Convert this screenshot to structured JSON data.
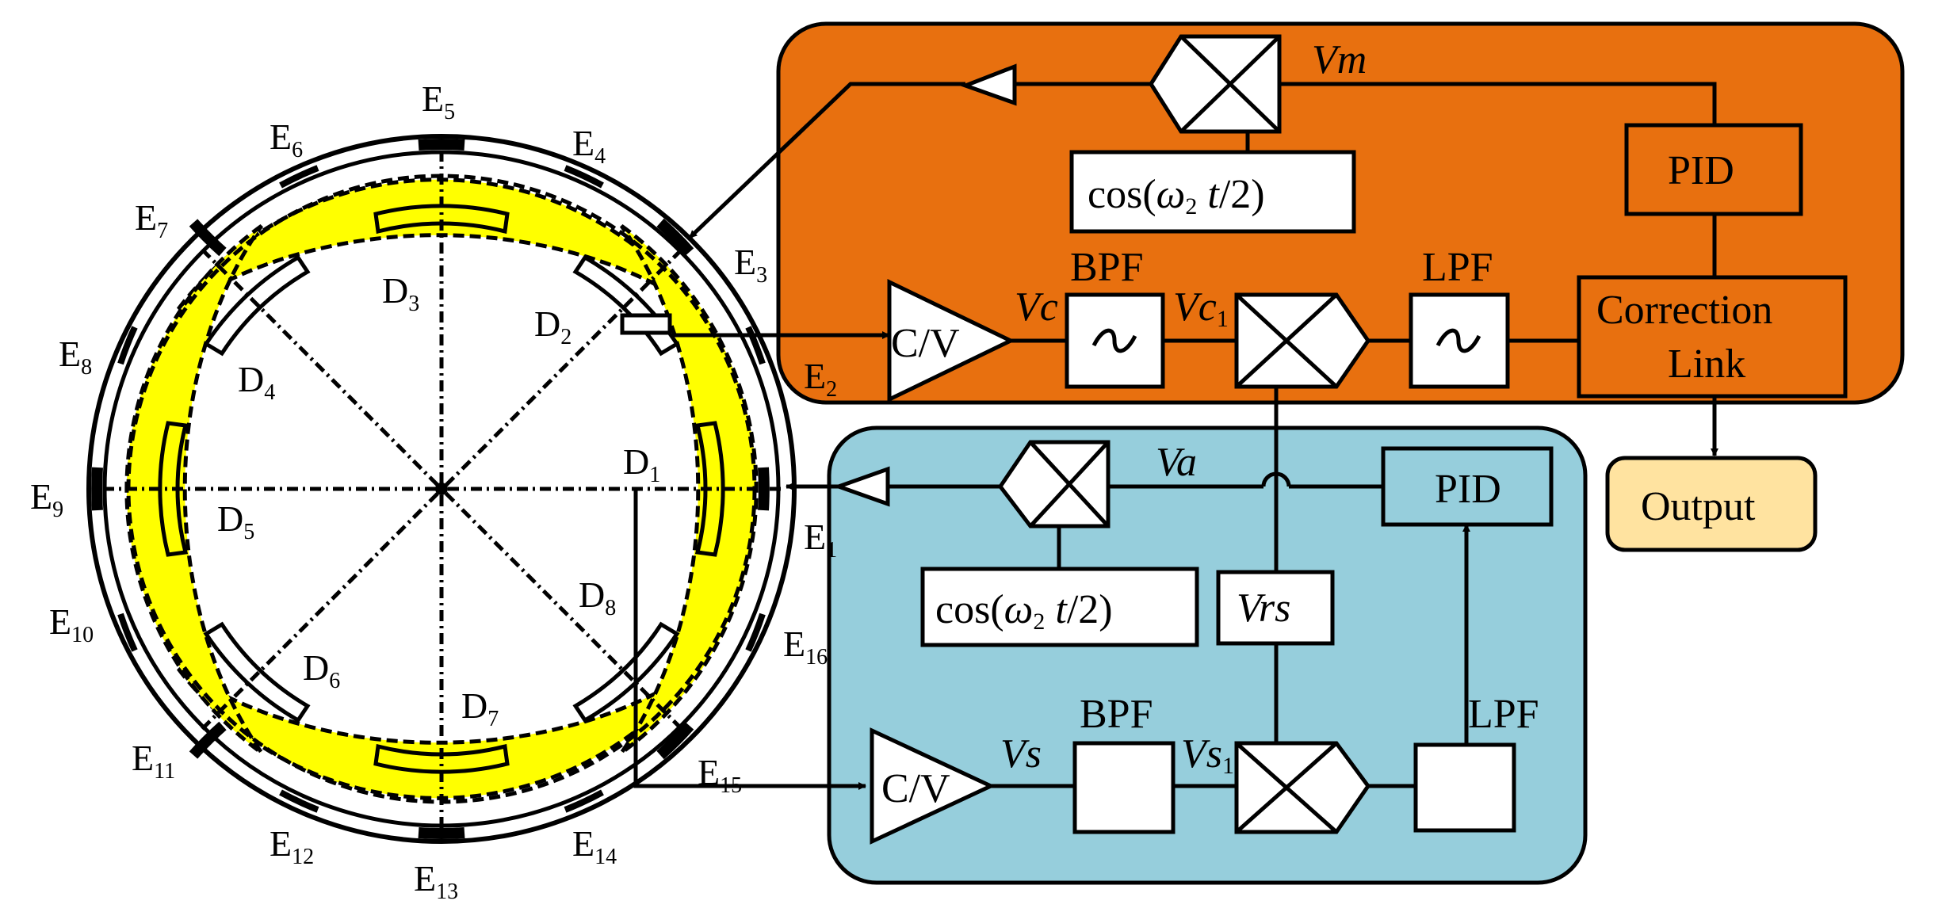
{
  "electrodes": {
    "e1": "E",
    "e1s": "1",
    "e2": "E",
    "e2s": "2",
    "e3": "E",
    "e3s": "3",
    "e4": "E",
    "e4s": "4",
    "e5": "E",
    "e5s": "5",
    "e6": "E",
    "e6s": "6",
    "e7": "E",
    "e7s": "7",
    "e8": "E",
    "e8s": "8",
    "e9": "E",
    "e9s": "9",
    "e10": "E",
    "e10s": "10",
    "e11": "E",
    "e11s": "11",
    "e12": "E",
    "e12s": "12",
    "e13": "E",
    "e13s": "13",
    "e14": "E",
    "e14s": "14",
    "e15": "E",
    "e15s": "15",
    "e16": "E",
    "e16s": "16"
  },
  "pickoffs": {
    "d1": "D",
    "d1s": "1",
    "d2": "D",
    "d2s": "2",
    "d3": "D",
    "d3s": "3",
    "d4": "D",
    "d4s": "4",
    "d5": "D",
    "d5s": "5",
    "d6": "D",
    "d6s": "6",
    "d7": "D",
    "d7s": "7",
    "d8": "D",
    "d8s": "8"
  },
  "control_loop": {
    "cv": "C/V",
    "bpf": "BPF",
    "lpf": "LPF",
    "pid": "PID",
    "correction_line1": "Correction",
    "correction_line2": "Link",
    "cos_prefix": "cos(",
    "cos_omega": "ω",
    "cos_sub": "2",
    "cos_suffix_t": " t",
    "cos_suffix_end": "/2)",
    "vm": "Vm",
    "vc": "Vc",
    "vc1": "Vc",
    "vc1_sub": "1"
  },
  "sense_loop": {
    "cv": "C/V",
    "bpf": "BPF",
    "lpf": "LPF",
    "pid": "PID",
    "cos_prefix": "cos(",
    "cos_omega": "ω",
    "cos_sub": "2",
    "cos_suffix_t": " t",
    "cos_suffix_end": "/2)",
    "va": "Va",
    "vs": "Vs",
    "vs1": "Vs",
    "vs1_sub": "1",
    "vrs": "Vrs"
  },
  "output": {
    "label": "Output"
  },
  "colors": {
    "control_fill": "#E8700F",
    "sense_fill": "#96CEDC",
    "output_fill": "#FFE3A0",
    "mode_fill": "#FFFF00"
  }
}
